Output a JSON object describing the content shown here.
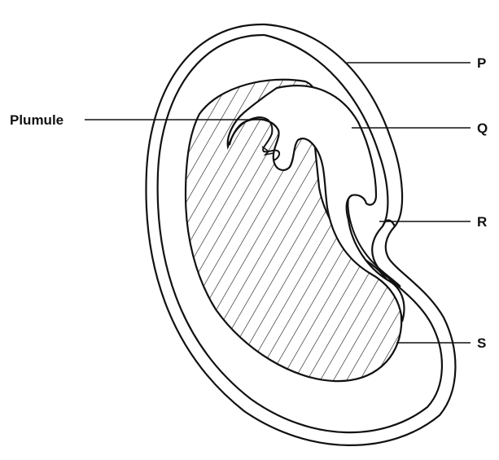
{
  "diagram": {
    "labels": {
      "plumule": "Plumule",
      "p": "P",
      "q": "Q",
      "r": "R",
      "s": "S"
    },
    "colors": {
      "stroke": "#111111",
      "background": "#ffffff"
    }
  }
}
